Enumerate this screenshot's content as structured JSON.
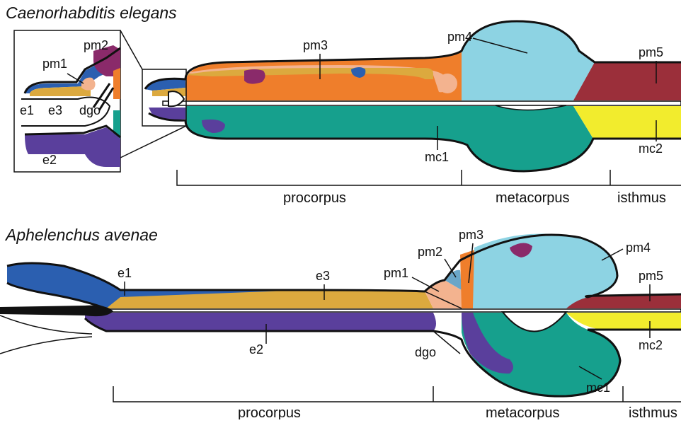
{
  "colors": {
    "e1": "#2b5fb0",
    "e2": "#5a3f9c",
    "e3": "#dca93e",
    "pm1": "#f3b38f",
    "pm2": "#6aa6c8",
    "pm3": "#ef7e2b",
    "pm4": "#8dd3e3",
    "pm5": "#9b2f3a",
    "mc1": "#16a08d",
    "mc2": "#f2ec2d",
    "dgo": "#ffffff",
    "purple": "#8a2a6a",
    "outline": "#111111"
  },
  "top": {
    "title": "Caenorhabditis elegans",
    "labels": {
      "pm3": "pm3",
      "pm4": "pm4",
      "pm5": "pm5",
      "mc1": "mc1",
      "mc2": "mc2"
    },
    "inset": {
      "pm2": "pm2",
      "pm1": "pm1",
      "e1": "e1",
      "e3": "e3",
      "dgo": "dgo",
      "e2": "e2"
    },
    "regions": {
      "procorpus": "procorpus",
      "metacorpus": "metacorpus",
      "isthmus": "isthmus"
    }
  },
  "bottom": {
    "title": "Aphelenchus avenae",
    "labels": {
      "e1": "e1",
      "e3": "e3",
      "pm1": "pm1",
      "pm2": "pm2",
      "pm3": "pm3",
      "pm4": "pm4",
      "pm5": "pm5",
      "e2": "e2",
      "dgo": "dgo",
      "mc1": "mc1",
      "mc2": "mc2"
    },
    "regions": {
      "procorpus": "procorpus",
      "metacorpus": "metacorpus",
      "isthmus": "isthmus"
    }
  }
}
